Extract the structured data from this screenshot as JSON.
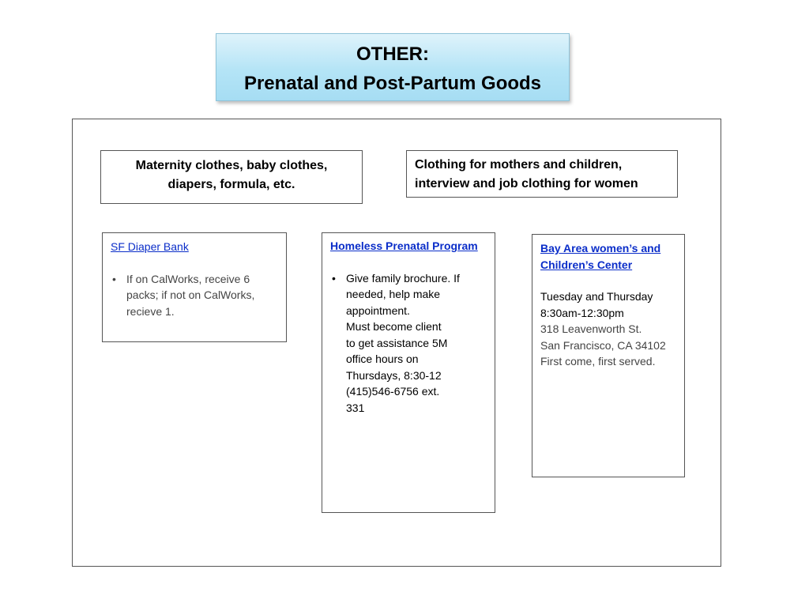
{
  "title": {
    "line1": "OTHER:",
    "line2": "Prenatal and Post-Partum Goods"
  },
  "categories": {
    "left": [
      "Maternity clothes, baby clothes,",
      "diapers, formula, etc."
    ],
    "right": [
      "Clothing for mothers and children,",
      "interview and job clothing for women"
    ]
  },
  "cards": {
    "diaper_bank": {
      "name": "SF Diaper Bank",
      "bullet_lines": [
        "If on CalWorks, receive 6",
        "packs; if not on CalWorks,",
        "recieve 1."
      ]
    },
    "prenatal_program": {
      "name": "Homeless Prenatal Program",
      "bullet_lines": [
        "Give family brochure. If",
        "needed, help make",
        "appointment."
      ],
      "extra_lines": [
        "Must become client",
        "to get assistance 5M",
        "office hours on",
        "Thursdays, 8:30-12",
        "(415)546-6756 ext.",
        "331"
      ]
    },
    "bay_area_center": {
      "name_lines": [
        "Bay Area women’s and",
        "Children’s Center"
      ],
      "lines": [
        "Tuesday and Thursday",
        "8:30am-12:30pm",
        "318 Leavenworth St.",
        "San Francisco, CA 34102",
        "First come, first served."
      ]
    }
  },
  "bullet_char": "•"
}
